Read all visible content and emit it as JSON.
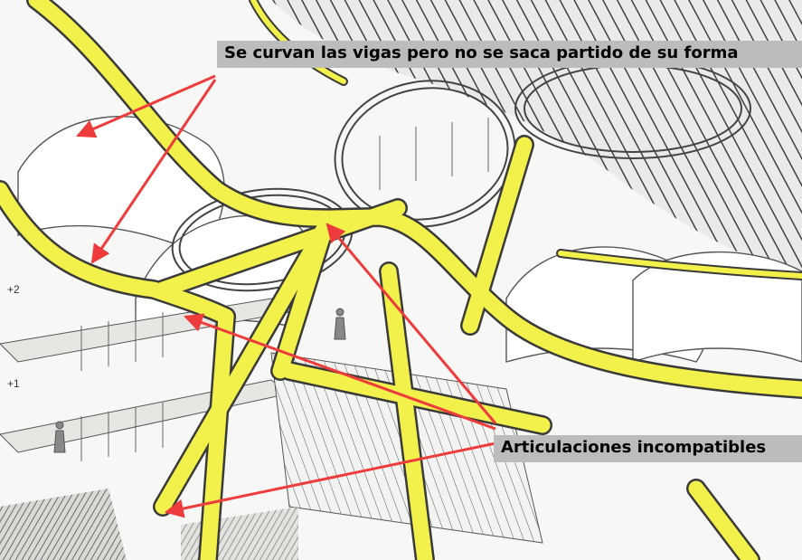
{
  "callouts": {
    "top": "Se curvan las vigas pero no se saca partido de su forma",
    "bottom": "Articulaciones incompatibles"
  },
  "levels": {
    "upper": "+2",
    "lower": "+1"
  },
  "colors": {
    "structure_highlight": "#f2f04a",
    "arrow": "#ee3b3b",
    "callout_background": "#bcbcbc",
    "linework": "#333333"
  }
}
